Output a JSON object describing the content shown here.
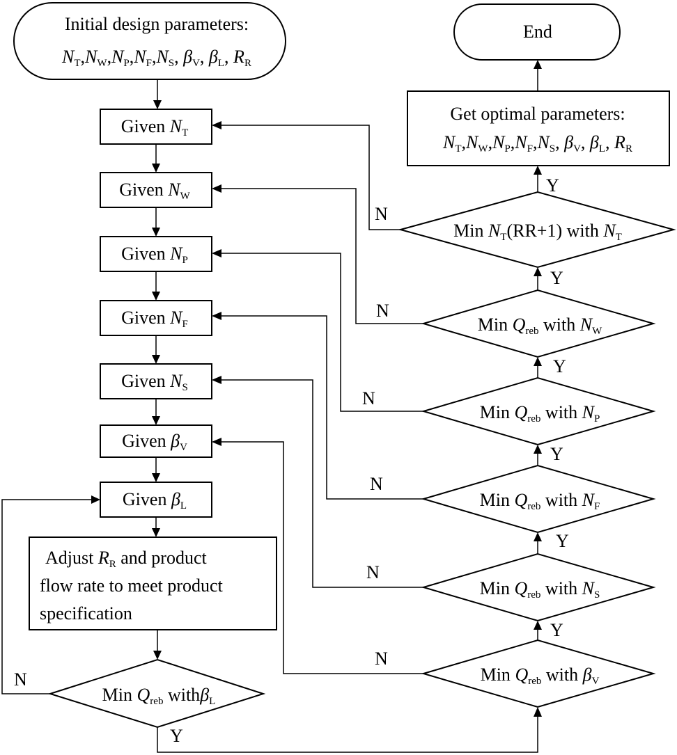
{
  "terminals": {
    "start": {
      "line1": "Initial design parameters:",
      "params": [
        {
          "sym": "N",
          "sub": "T",
          "italic": true
        },
        {
          "sym": "N",
          "sub": "W",
          "italic": true
        },
        {
          "sym": "N",
          "sub": "P",
          "italic": true
        },
        {
          "sym": "N",
          "sub": "F",
          "italic": true
        },
        {
          "sym": "N",
          "sub": "S",
          "italic": true
        },
        {
          "sym": "β",
          "sub": "V",
          "italic": true
        },
        {
          "sym": "β",
          "sub": "L",
          "italic": true
        },
        {
          "sym": "R",
          "sub": "R",
          "italic": true
        }
      ]
    },
    "end": "End"
  },
  "given_steps": [
    {
      "word": "Given",
      "sym": "N",
      "sub": "T"
    },
    {
      "word": "Given",
      "sym": "N",
      "sub": "W"
    },
    {
      "word": "Given",
      "sym": "N",
      "sub": "P"
    },
    {
      "word": "Given",
      "sym": "N",
      "sub": "F"
    },
    {
      "word": "Given",
      "sym": "N",
      "sub": "S"
    },
    {
      "word": "Given",
      "sym": "β",
      "sub": "V"
    },
    {
      "word": "Given",
      "sym": "β",
      "sub": "L"
    }
  ],
  "adjust": {
    "line1_a": "Adjust",
    "sym": "R",
    "sub": "R",
    "line1_b": "and product",
    "line2": "flow rate to meet product",
    "line3": "specification"
  },
  "decision_left": {
    "text": "Min",
    "sym": "Q",
    "sub": "reb",
    "with": "with",
    "var": "β",
    "var_sub": "L"
  },
  "decisions_right": [
    {
      "text": "Min",
      "sym": "Q",
      "sub": "reb",
      "with": "with",
      "var": "β",
      "var_sub": "V"
    },
    {
      "text": "Min",
      "sym": "Q",
      "sub": "reb",
      "with": "with",
      "var": "N",
      "var_sub": "S"
    },
    {
      "text": "Min",
      "sym": "Q",
      "sub": "reb",
      "with": "with",
      "var": "N",
      "var_sub": "F"
    },
    {
      "text": "Min",
      "sym": "Q",
      "sub": "reb",
      "with": "with",
      "var": "N",
      "var_sub": "P"
    },
    {
      "text": "Min",
      "sym": "Q",
      "sub": "reb",
      "with": "with",
      "var": "N",
      "var_sub": "W"
    }
  ],
  "decision_top": {
    "text": "Min",
    "sym": "N",
    "sub": "T",
    "mid": "(RR+1) with",
    "var": "N",
    "var_sub": "T"
  },
  "optimal": {
    "line1": "Get optimal parameters:"
  },
  "edge_labels": {
    "yes": "Y",
    "no": "N"
  }
}
